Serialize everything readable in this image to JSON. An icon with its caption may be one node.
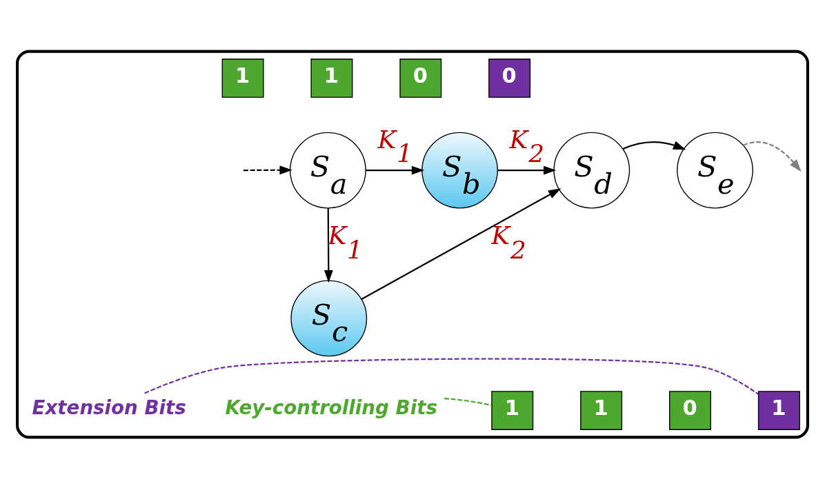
{
  "diagram": {
    "nodes": [
      {
        "text": [],
        "shape": "box"
      },
      {
        "text": [
          "1"
        ],
        "in": 0
      },
      {
        "text": [
          "1"
        ],
        "in": 0
      },
      {
        "text": [
          "0"
        ],
        "in": 0
      },
      {
        "text": [
          "0"
        ],
        "in": 0
      },
      {
        "text": [
          "S$_{a}$"
        ],
        "in": 0
      },
      {
        "text": [
          "S$_{b}$"
        ],
        "in": 0
      },
      {
        "text": [
          "S$_{c}$"
        ],
        "in": 0
      },
      {
        "text": [
          "S$_{d}$"
        ],
        "in": 0
      },
      {
        "text": [
          "S$_{e}$"
        ],
        "in": 0
      },
      {
        "text": [
          "Key-controlling Bits"
        ],
        "in": 0
      },
      {
        "text": [
          "1"
        ],
        "in": 0
      },
      {
        "text": [
          "1"
        ],
        "in": 0
      },
      {
        "text": [
          "0"
        ],
        "in": 0
      },
      {
        "text": [
          "1"
        ],
        "in": 0
      },
      {
        "text": [
          "Extension Bits"
        ],
        "in": 0
      }
    ],
    "edges": [
      {
        "from": null,
        "to": 5,
        "arrow": "to",
        "style": "dashed"
      },
      {
        "from": 5,
        "to": 6,
        "arrow": "to",
        "label": "K$_{1}$"
      },
      {
        "from": 6,
        "to": 8,
        "arrow": "to",
        "label": "K$_{2}$"
      },
      {
        "from": 5,
        "to": 7,
        "arrow": "to",
        "label": "K$_{1}$"
      },
      {
        "from": 7,
        "to": 8,
        "arrow": "to",
        "label": "K$_{2}$"
      },
      {
        "from": 8,
        "to": 9,
        "arrow": "to"
      },
      {
        "from": 9,
        "to": null,
        "arrow": "to",
        "style": "dashed",
        "color": "#808080"
      },
      {
        "from": 10,
        "to": 11,
        "arrow": "none",
        "style": "dashed",
        "color": "#4ea72e"
      },
      {
        "from": 15,
        "to": 14,
        "arrow": "none",
        "style": "dashed",
        "color": "#7030a0"
      }
    ]
  }
}
